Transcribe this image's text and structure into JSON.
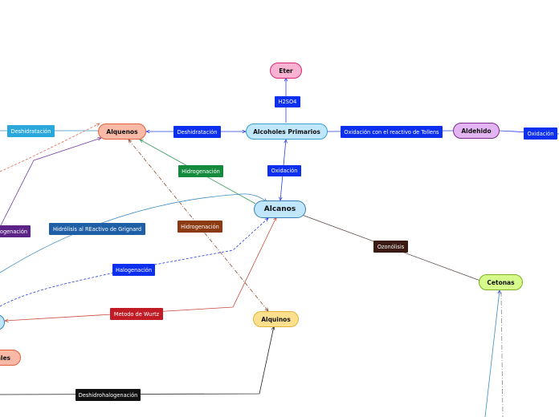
{
  "nodes": {
    "eter": {
      "label": "Eter",
      "bg": "#f9b3d2",
      "border": "#d6287a"
    },
    "alcoholes": {
      "label": "Alcoholes Primarios",
      "bg": "#bfe6fb",
      "border": "#3a9fd3"
    },
    "alquenos": {
      "label": "Alquenos",
      "bg": "#f8b9a6",
      "border": "#e2603e"
    },
    "aldehido": {
      "label": "Aldehido",
      "bg": "#e3b4f2",
      "border": "#7a2b8e"
    },
    "alcanos": {
      "label": "Alcanos",
      "bg": "#bfe6fb",
      "border": "#3a7fb5"
    },
    "cetonas": {
      "label": "Cetonas",
      "bg": "#d6fa8c",
      "border": "#7bb21b"
    },
    "alquinos": {
      "label": "Alquinos",
      "bg": "#fde08e",
      "border": "#e0b53a"
    },
    "left_node_partial": {
      "label": "",
      "bg": "#bfe6fb",
      "border": "#3a7fb5"
    },
    "haluros_partial": {
      "label": "ales",
      "bg": "#f8b9a6",
      "border": "#e2603e"
    }
  },
  "labels": {
    "h2so4": {
      "text": "H2SO4",
      "bg": "#0c2ff0"
    },
    "deshidratacion_center": {
      "text": "Deshidratación",
      "bg": "#0c2ff0"
    },
    "deshidratacion_left": {
      "text": "Deshidratación",
      "bg": "#2aa7db"
    },
    "oxidacion_tollens": {
      "text": "Oxidación con el reactivo de Tollens",
      "bg": "#0c2ff0"
    },
    "oxidacion_right": {
      "text": "Oxidación",
      "bg": "#0c2ff0"
    },
    "hidrogenacion_green": {
      "text": "Hidrogenación",
      "bg": "#138a3c"
    },
    "oxidacion_mid": {
      "text": "Oxidación",
      "bg": "#0c2ff0"
    },
    "hidrogenacion_brown": {
      "text": "Hidrogenación",
      "bg": "#8c3a12"
    },
    "hidrolisis": {
      "text": "Hidrólisis al REactivo de Grignard",
      "bg": "#1f5fa6"
    },
    "halogenacion_left": {
      "text": "ogenación",
      "bg": "#5b2385"
    },
    "halogenacion_mid": {
      "text": "Halogenación",
      "bg": "#0c2ff0"
    },
    "ozonolisis": {
      "text": "Ozonólisis",
      "bg": "#3a1a12"
    },
    "wurtz": {
      "text": "Metodo de Wurtz",
      "bg": "#c11b26"
    },
    "deshidrohalogenacion": {
      "text": "Deshidrohalogenación",
      "bg": "#111111"
    }
  },
  "edge_colors": {
    "blue": "#2340e0",
    "teal": "#3b8bc2",
    "green": "#3a9a5c",
    "brown_dashdot": "#8c4a2a",
    "salmon_dashed": "#e06a55",
    "purple": "#7a3ea6",
    "red": "#c9483a",
    "dark": "#5a4a44",
    "black": "#222222",
    "grey_dashdot": "#8a8a8a"
  }
}
